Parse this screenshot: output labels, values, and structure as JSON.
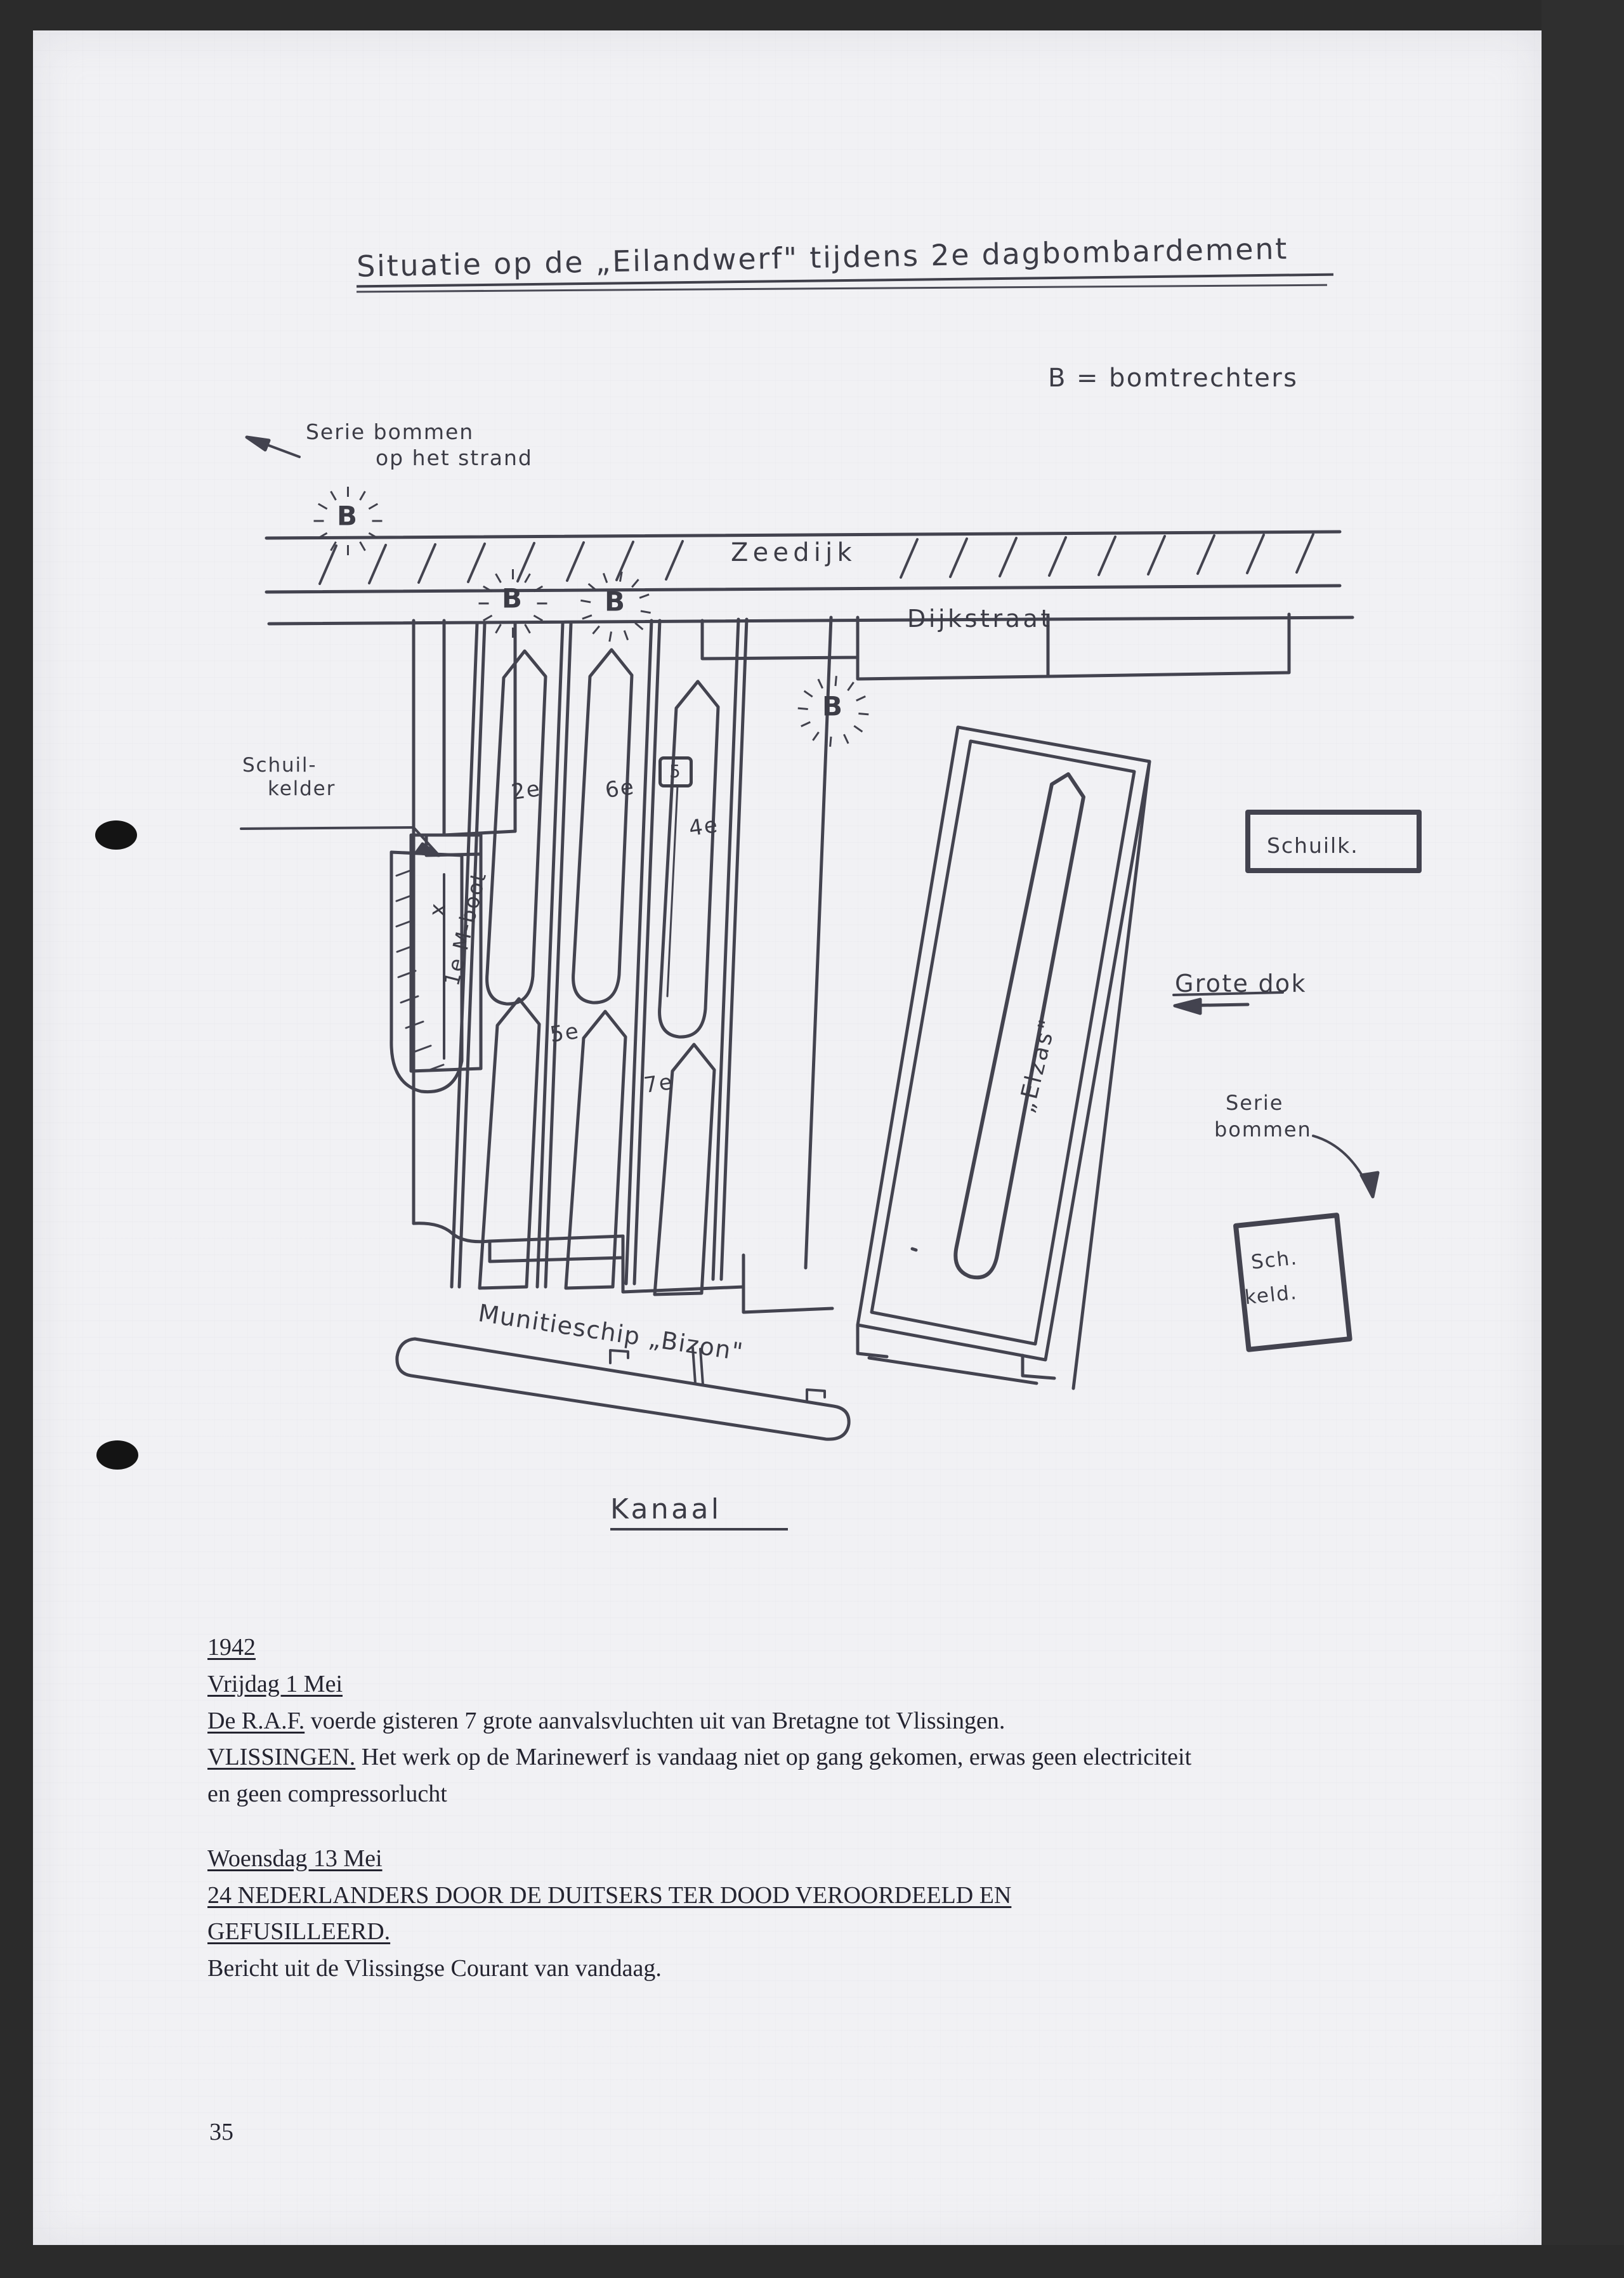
{
  "document": {
    "page_number": "35"
  },
  "map": {
    "title": "Situatie op de „Eilandwerf\" tijdens 2e dagbombardement",
    "legend": "B = bomtrechters",
    "beach_note": {
      "line1": "Serie bommen",
      "line2": "op het strand"
    },
    "zeedijk": "Zeedijk",
    "dijkstraat": "Dijkstraat",
    "schuilkelder": {
      "line1": "Schuil-",
      "line2": "kelder"
    },
    "grote_dok": "Grote dok",
    "serie_bommen_right": {
      "line1": "Serie",
      "line2": "bommen"
    },
    "schuilk_box": "Schuilk.",
    "sch_keld_box": {
      "line1": "Sch.",
      "line2": "keld."
    },
    "kanaal": "Kanaal",
    "crater_marker": "B",
    "ships": {
      "ship1": "1e M-boot",
      "ship2": "2e",
      "ship4": "4e",
      "ship5": "5e",
      "ship6": "6e",
      "ship7": "7e",
      "boxed": "5",
      "dock_x": "x",
      "elzas": "„Elzas\""
    },
    "munitieschip": "Munitieschip „Bizon\""
  },
  "text": {
    "year": "1942",
    "entry1": {
      "date": "Vrijdag 1 Mei",
      "line1_underlined": "De R.A.F.",
      "line1_rest": " voerde gisteren 7 grote aanvalsvluchten uit van Bretagne tot Vlissingen.",
      "line2_underlined": "VLISSINGEN.",
      "line2_rest": " Het werk op de Marinewerf is vandaag niet op gang gekomen, erwas geen electriciteit",
      "line3": "en geen compressorlucht"
    },
    "entry2": {
      "date": "Woensdag 13 Mei",
      "headline_line1": "24 NEDERLANDERS DOOR DE DUITSERS TER DOOD VEROORDEELD EN",
      "headline_line2": "GEFUSILLEERD.",
      "body": "Bericht uit de Vlissingse Courant van vandaag."
    }
  },
  "colors": {
    "paper": "#f1f1f4",
    "ink": "#3c3c46",
    "typed_ink": "#242430",
    "frame": "#2b2b2b"
  }
}
